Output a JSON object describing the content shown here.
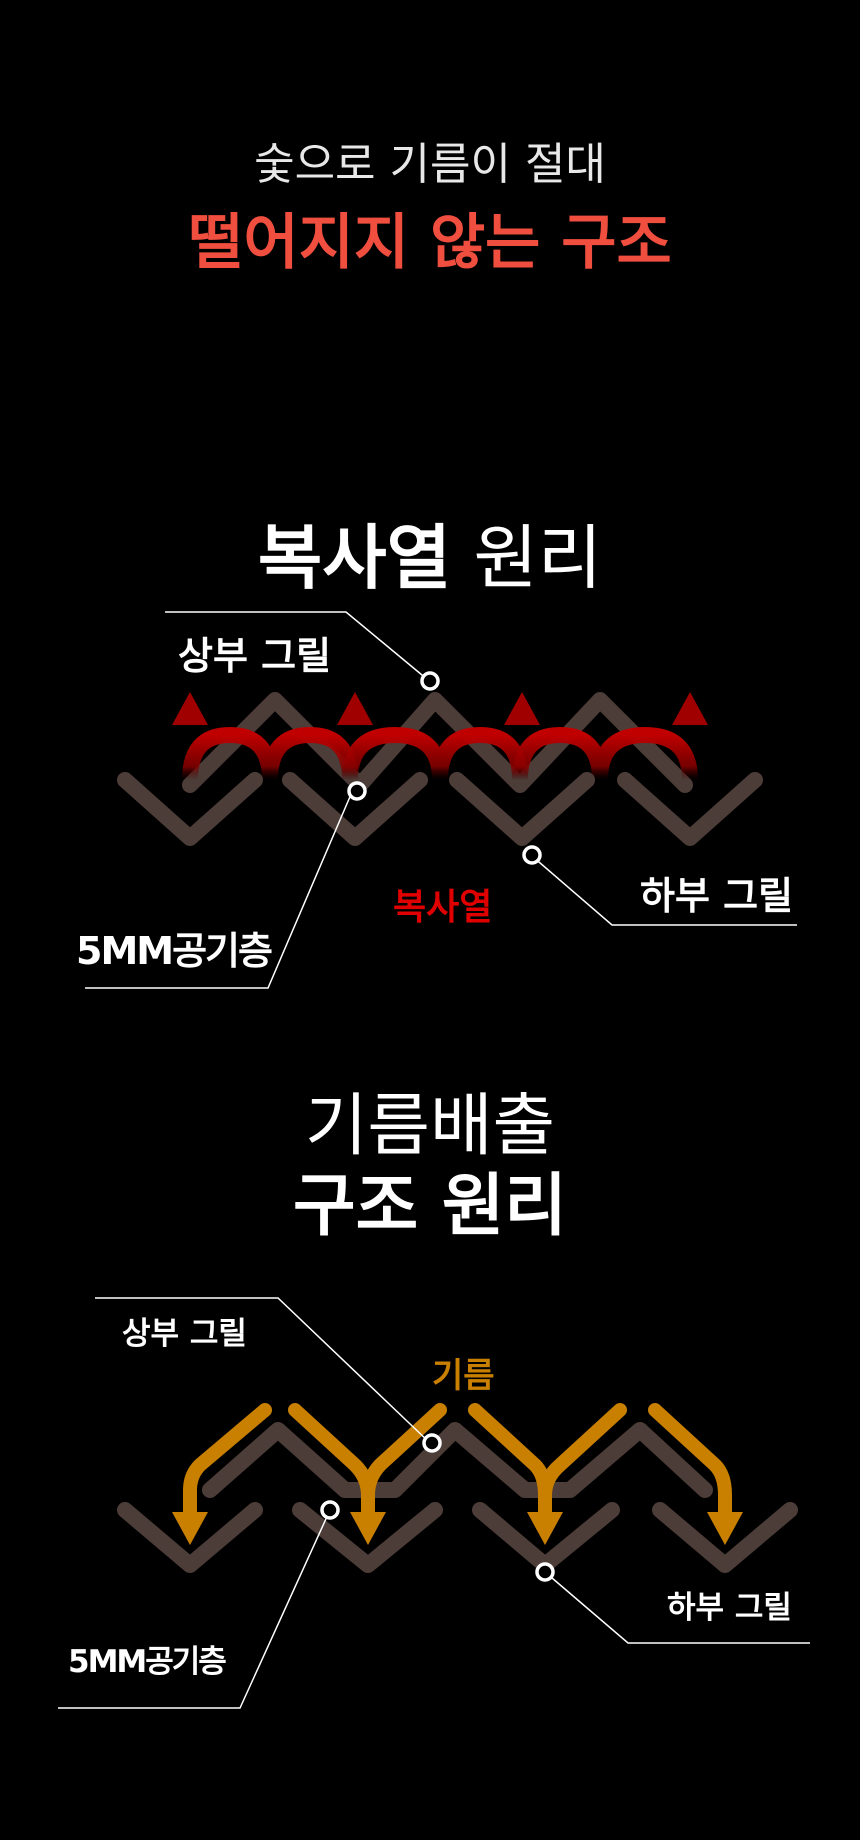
{
  "header": {
    "line1": "숯으로 기름이 절대",
    "line2": "떨어지지 않는 구조",
    "line2_color": "#f04e3e"
  },
  "radiant": {
    "title_bold": "복사열",
    "title_light": " 원리",
    "label_upper": "상부 그릴",
    "label_lower": "하부 그릴",
    "label_air": "5MM공기층",
    "label_heat": "복사열",
    "heat_color": "#e00000",
    "grill_color": "#4d3d38"
  },
  "drain": {
    "title_line1": "기름배출",
    "title_line2": "구조 원리",
    "label_upper": "상부 그릴",
    "label_lower": "하부 그릴",
    "label_air": "5MM공기층",
    "label_oil": "기름",
    "oil_color": "#c98000",
    "grill_color": "#4d3d38"
  }
}
